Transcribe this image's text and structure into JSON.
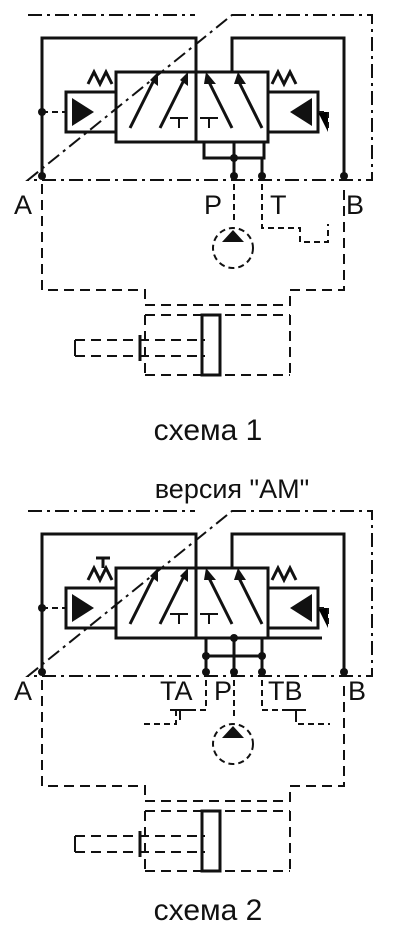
{
  "scheme1": {
    "caption": "схема 1",
    "ports": {
      "a": "A",
      "p": "P",
      "t": "T",
      "b": "B"
    }
  },
  "version_label": "версия \"АМ\"",
  "scheme2": {
    "caption": "схема 2",
    "ports": {
      "a": "A",
      "ta": "TA",
      "p": "P",
      "tb": "TB",
      "b": "B"
    }
  },
  "colors": {
    "line": "#111111",
    "background": "#ffffff"
  }
}
